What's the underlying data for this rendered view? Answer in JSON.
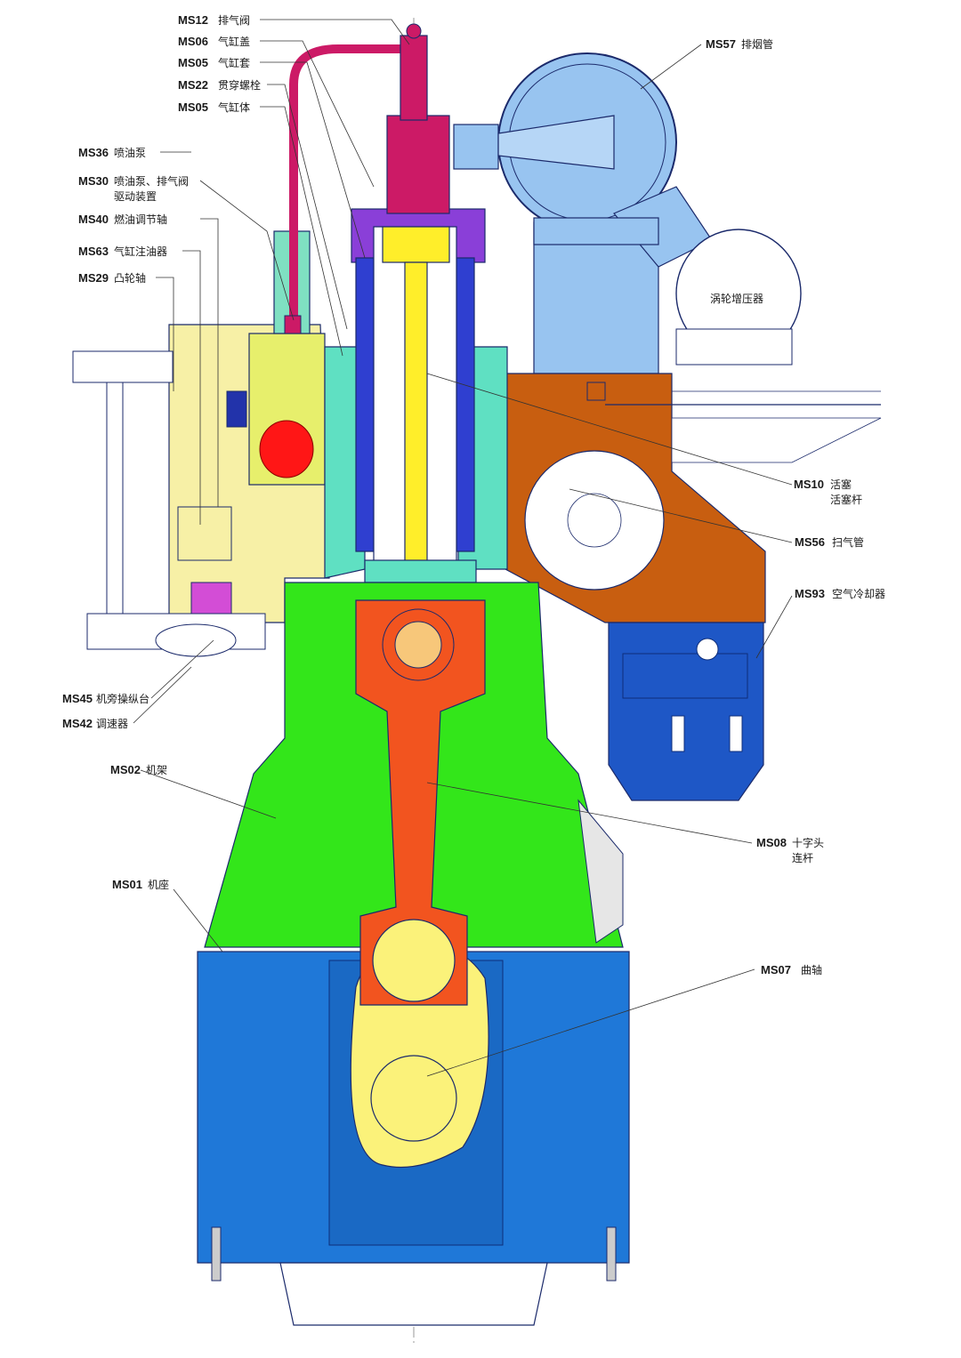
{
  "labels": [
    {
      "code": "MS12",
      "text": "排气阀"
    },
    {
      "code": "MS06",
      "text": "气缸盖"
    },
    {
      "code": "MS05",
      "text": "气缸套"
    },
    {
      "code": "MS22",
      "text": "贯穿螺栓"
    },
    {
      "code": "MS05",
      "text": "气缸体"
    },
    {
      "code": "MS36",
      "text": "喷油泵"
    },
    {
      "code": "MS30",
      "text": "喷油泵、排气阀",
      "text2": "驱动装置"
    },
    {
      "code": "MS40",
      "text": "燃油调节轴"
    },
    {
      "code": "MS63",
      "text": "气缸注油器"
    },
    {
      "code": "MS29",
      "text": "凸轮轴"
    },
    {
      "code": "MS45",
      "text": "机旁操纵台"
    },
    {
      "code": "MS42",
      "text": "调速器"
    },
    {
      "code": "MS02",
      "text": "机架"
    },
    {
      "code": "MS01",
      "text": "机座"
    },
    {
      "code": "MS57",
      "text": "排烟管"
    },
    {
      "code": "MS10",
      "text": "活塞",
      "text2": "活塞杆"
    },
    {
      "code": "MS56",
      "text": "扫气管"
    },
    {
      "code": "MS93",
      "text": "空气冷却器"
    },
    {
      "code": "MS08",
      "text": "十字头",
      "text2": "连杆"
    },
    {
      "code": "MS07",
      "text": "曲轴"
    }
  ],
  "turbo_label": "涡轮增压器",
  "colors": {
    "bedplate": "#1f78d8",
    "frame": "#33e61a",
    "crank_yellow": "#fbf27a",
    "conrod": "#f2541f",
    "liner": "#2f3fd0",
    "rod": "#ffee2a",
    "valve": "#cc1a66",
    "cylinder_teal": "#5fe0c2",
    "scavenge": "#c85e10",
    "cooler": "#1e57c6",
    "exhaust": "#98c4f0",
    "camside": "#f7f0a6",
    "red_pump": "#ff1616",
    "purple": "#8a3fd8"
  }
}
